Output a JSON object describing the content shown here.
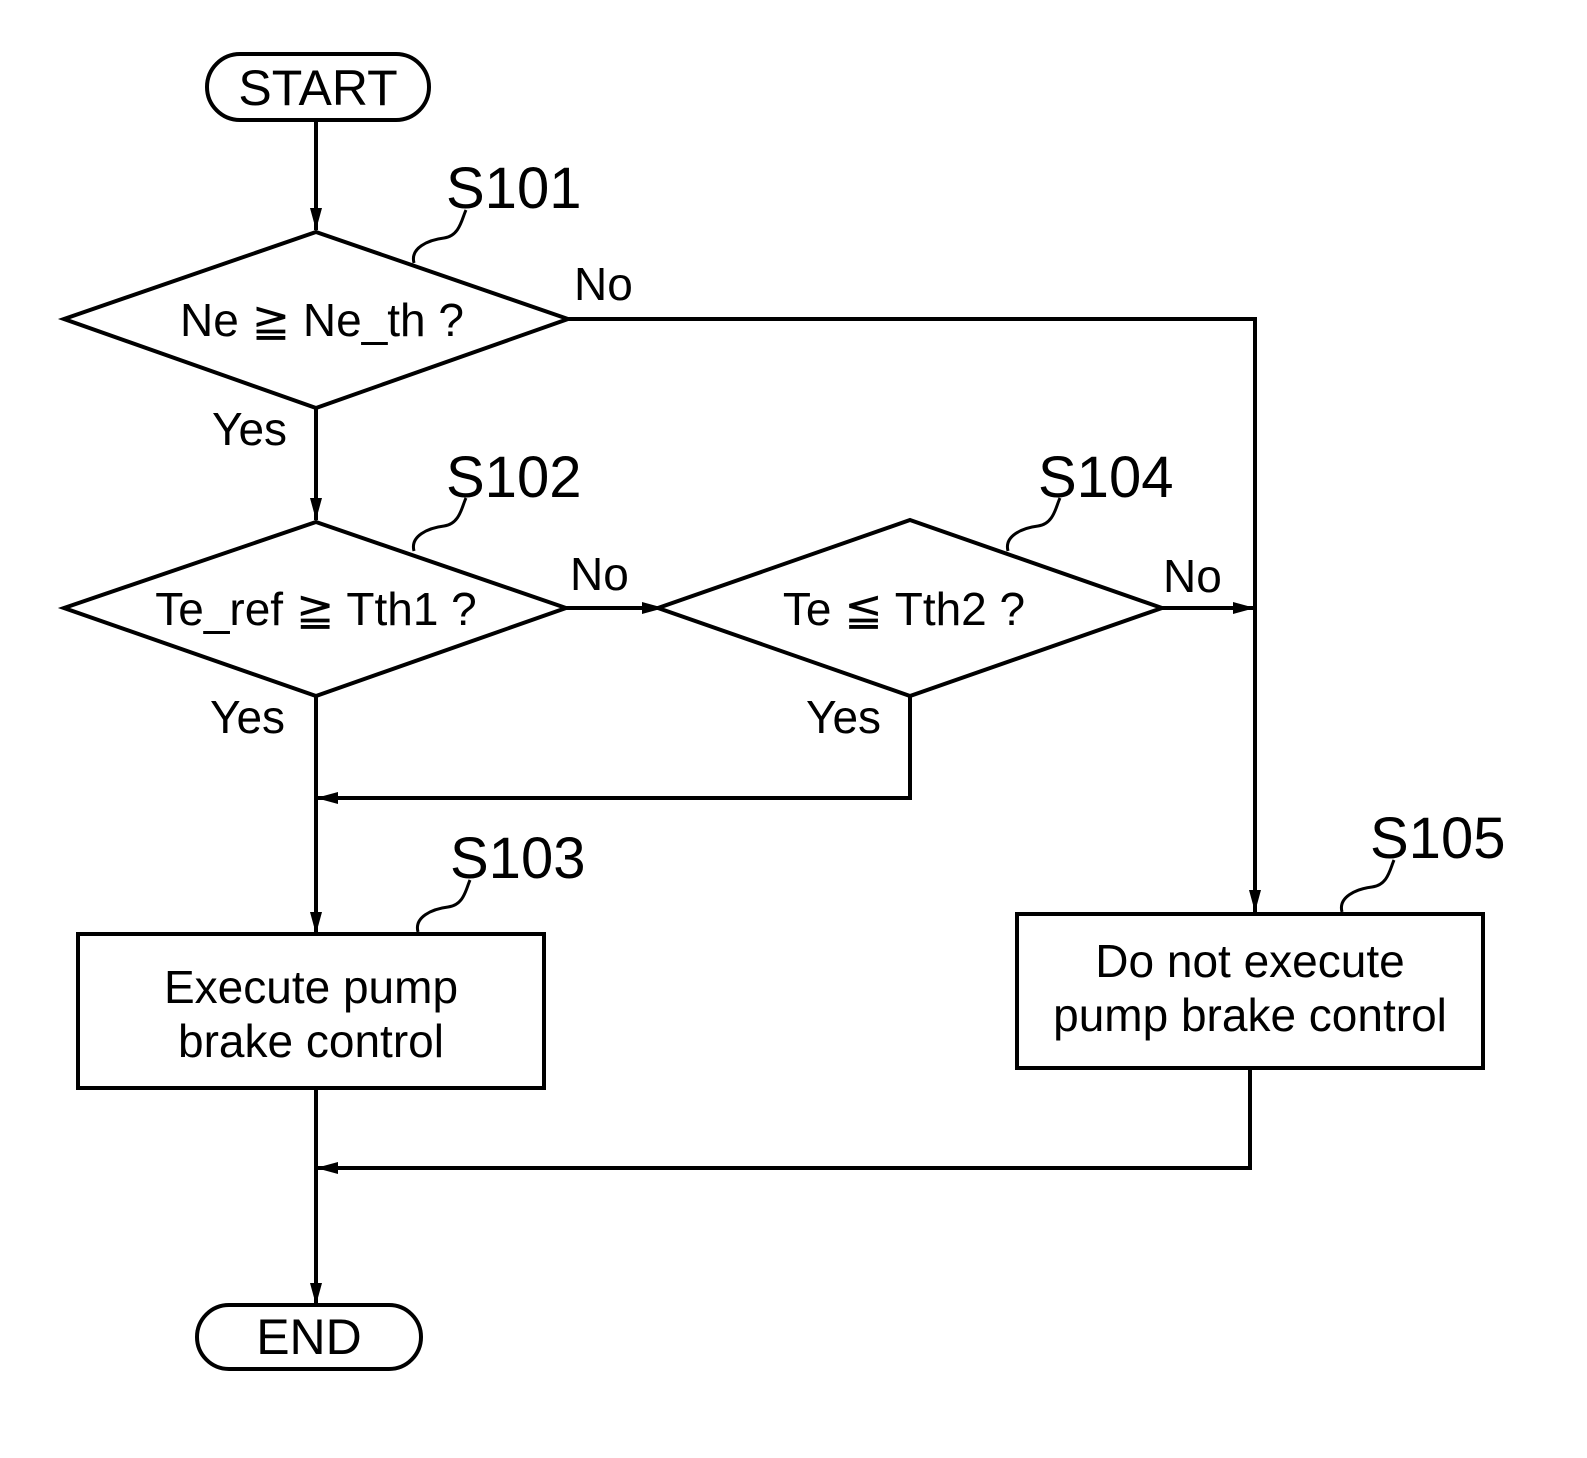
{
  "flowchart": {
    "start": "START",
    "end": "END",
    "steps": {
      "s101": {
        "id": "S101",
        "condition": "Ne ≧ Ne_th ?"
      },
      "s102": {
        "id": "S102",
        "condition": "Te_ref ≧ Tth1 ?"
      },
      "s103": {
        "id": "S103",
        "line1": "Execute pump",
        "line2": "brake control"
      },
      "s104": {
        "id": "S104",
        "condition": "Te ≦ Tth2 ?"
      },
      "s105": {
        "id": "S105",
        "line1": "Do not execute",
        "line2": "pump brake control"
      }
    },
    "branches": {
      "s101_yes": "Yes",
      "s101_no": "No",
      "s102_yes": "Yes",
      "s102_no": "No",
      "s104_yes": "Yes",
      "s104_no": "No"
    }
  }
}
